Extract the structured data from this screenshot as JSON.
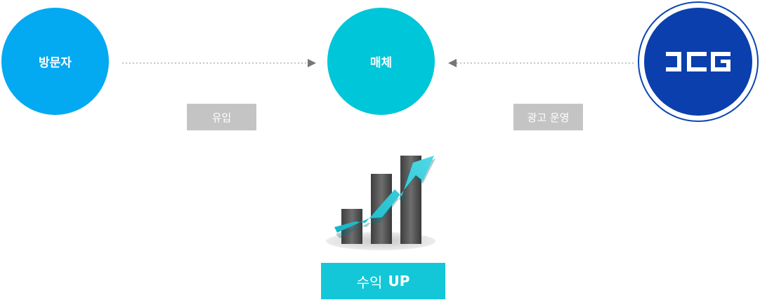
{
  "nodes": {
    "visitor": "방문자",
    "media": "매체",
    "operator_logo_text": "JCG"
  },
  "edges": {
    "inflow_label": "유입",
    "ad_label": "광고 운영"
  },
  "result": {
    "prefix": "수익",
    "suffix": "UP"
  },
  "colors": {
    "visitor": "#03a9f1",
    "media": "#00c6d9",
    "operator": "#0a3fad",
    "tag_gray": "#c4c4c4",
    "banner": "#14c7d8"
  },
  "icons": {
    "growth_chart": "rising-bar-chart-icon"
  }
}
